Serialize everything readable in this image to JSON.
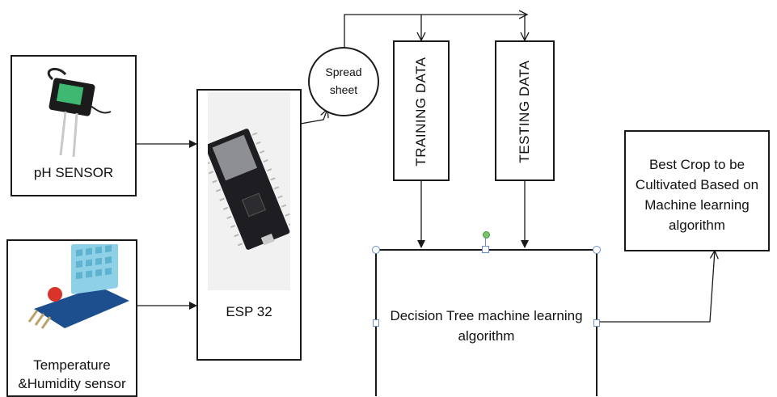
{
  "nodes": {
    "ph_sensor": {
      "label": "pH SENSOR"
    },
    "temp_sensor": {
      "label": "Temperature &Humidity sensor"
    },
    "esp32": {
      "label": "ESP 32"
    },
    "spreadsheet": {
      "label": "Spread sheet"
    },
    "training": {
      "label": "TRAINING DATA"
    },
    "testing": {
      "label": "TESTING DATA"
    },
    "decision_tree": {
      "label": "Decision Tree machine learning algorithm"
    },
    "best_crop": {
      "label": "Best Crop to be Cultivated Based on Machine learning algorithm"
    }
  },
  "edges": [
    {
      "from": "ph_sensor",
      "to": "esp32"
    },
    {
      "from": "temp_sensor",
      "to": "esp32"
    },
    {
      "from": "esp32",
      "to": "spreadsheet"
    },
    {
      "from": "spreadsheet",
      "to": "training"
    },
    {
      "from": "spreadsheet",
      "to": "testing"
    },
    {
      "from": "training",
      "to": "decision_tree"
    },
    {
      "from": "testing",
      "to": "decision_tree"
    },
    {
      "from": "decision_tree",
      "to": "best_crop"
    }
  ],
  "colors": {
    "line": "#1a1a1a",
    "selection_handle": "#6a8fc7",
    "rotate_handle": "#7cc36a"
  },
  "images": {
    "ph_sensor": "ph-sensor-probe-picture",
    "temp_sensor": "dht11-sensor-module-picture",
    "esp32": "esp32-board-picture"
  }
}
